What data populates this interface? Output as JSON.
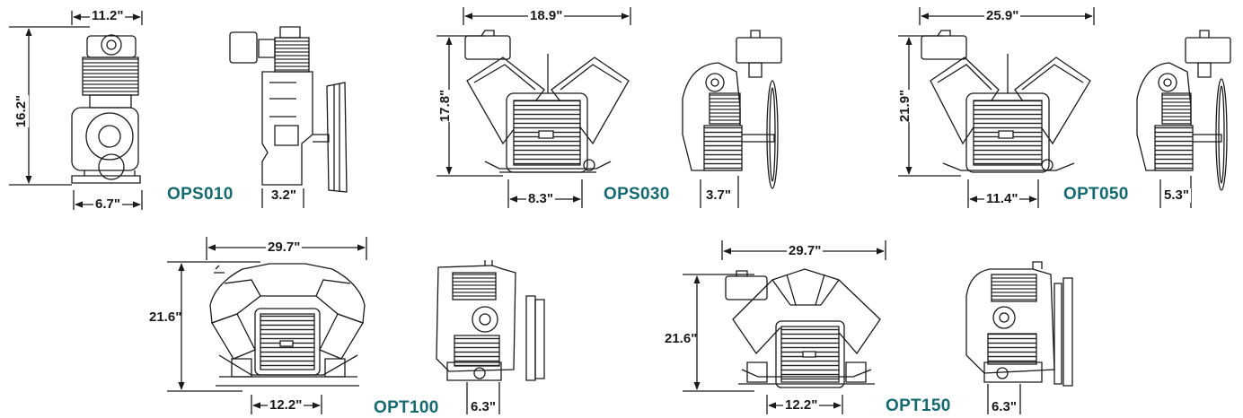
{
  "models": {
    "ops010": "OPS010",
    "ops030": "OPS030",
    "opt050": "OPT050",
    "opt100": "OPT100",
    "opt150": "OPT150"
  },
  "dimensions": {
    "ops010_width": "11.2\"",
    "ops010_height": "16.2\"",
    "ops010_base": "6.7\"",
    "ops010_side": "3.2\"",
    "ops030_width": "18.9\"",
    "ops030_height": "17.8\"",
    "ops030_base": "8.3\"",
    "ops030_side": "3.7\"",
    "opt050_width": "25.9\"",
    "opt050_height": "21.9\"",
    "opt050_base": "11.4\"",
    "opt050_side": "5.3\"",
    "opt100_width": "29.7\"",
    "opt100_height": "21.6\"",
    "opt100_base": "12.2\"",
    "opt100_side": "6.3\"",
    "opt150_width": "29.7\"",
    "opt150_height": "21.6\"",
    "opt150_base": "12.2\"",
    "opt150_side": "6.3\""
  },
  "colors": {
    "model_label": "#146a6e",
    "line": "#1a1a1a"
  }
}
